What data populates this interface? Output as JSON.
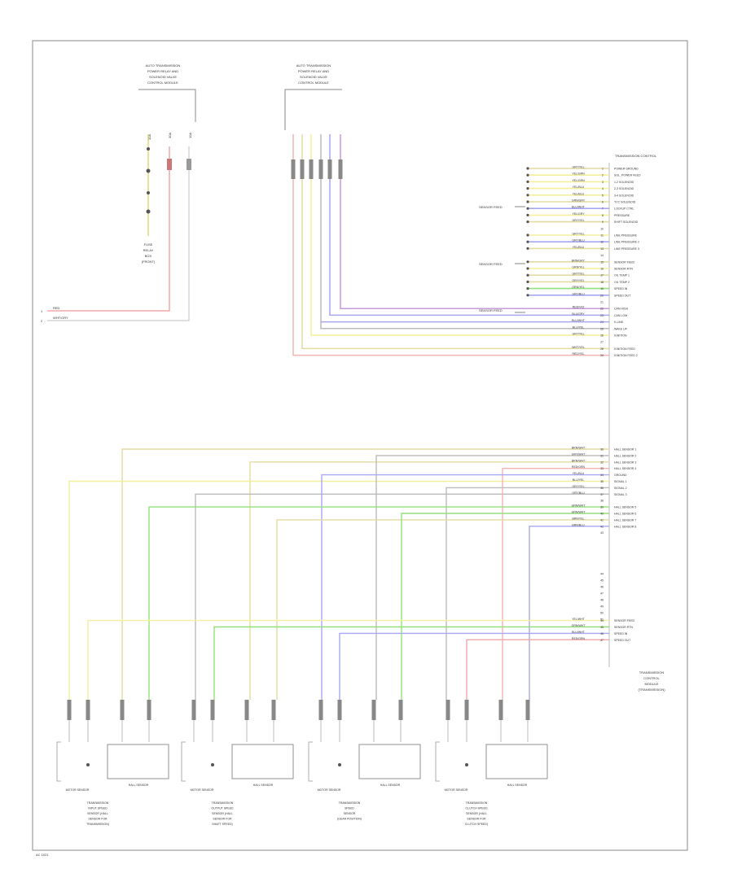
{
  "top_blocks": [
    {
      "lines": [
        "AUTO TRANSMISSION",
        "POWER RELAY AND",
        "SOLENOID VALVE",
        "CONTROL MODULE"
      ]
    },
    {
      "lines": [
        "AUTO TRANSMISSION",
        "POWER RELAY AND",
        "SOLENOID VALVE",
        "CONTROL MODULE"
      ]
    }
  ],
  "left_wires": [
    "RED",
    "WHT/GRY"
  ],
  "left_pins": [
    "1",
    "2"
  ],
  "fuse_block": {
    "lines": [
      "FUSE",
      "RELAY",
      "BOX",
      "(FRONT)"
    ],
    "pins": [
      "10A",
      "30A",
      "10A"
    ]
  },
  "tcm": {
    "header": "TRANSMISSION CONTROL",
    "lines": [
      "TRANSMISSION",
      "CONTROL",
      "MODULE",
      "(TRANSMISSION)"
    ]
  },
  "tcm_pins": [
    {
      "wire": "GRY/YEL",
      "label": "POWER GROUND"
    },
    {
      "wire": "YEL/GRN",
      "label": "SOL. POWER FEED"
    },
    {
      "wire": "YEL/GRN",
      "label": "1-2 SOLENOID"
    },
    {
      "wire": "YEL/BLU",
      "label": "2-3 SOLENOID"
    },
    {
      "wire": "YEL/BLU",
      "label": "3-4 SOLENOID"
    },
    {
      "wire": "GRN/GRY",
      "label": "TCC SOLENOID"
    },
    {
      "wire": "BLU/WHT",
      "label": "LOCKUP CTRL"
    },
    {
      "wire": "YEL/GRY",
      "label": "PRESSURE"
    },
    {
      "wire": "GRY/YEL",
      "label": "SHIFT SOLENOID"
    },
    {
      "wire": "",
      "label": ""
    },
    {
      "wire": "GRY/YEL",
      "label": "LINE PRESSURE"
    },
    {
      "wire": "GRY/BLU",
      "label": "LINE PRESSURE 2"
    },
    {
      "wire": "YEL/BLU",
      "label": "LINE PRESSURE 3"
    },
    {
      "wire": "",
      "label": ""
    },
    {
      "wire": "BRN/GRY",
      "label": "SENSOR FEED"
    },
    {
      "wire": "GRN/YEL",
      "label": "SENSOR RTN"
    },
    {
      "wire": "GRY/YEL",
      "label": "OIL TEMP 1"
    },
    {
      "wire": "GRY/YEL",
      "label": "OIL TEMP 2"
    },
    {
      "wire": "GRN/YEL",
      "label": "SPEED IN"
    },
    {
      "wire": "GRY/BLU",
      "label": "SPEED OUT"
    },
    {
      "wire": "",
      "label": ""
    },
    {
      "wire": "RED/VIO",
      "label": "CAN HIGH"
    },
    {
      "wire": "BLU/GRY",
      "label": "CAN LOW"
    },
    {
      "wire": "BLU/WHT",
      "label": "K-LINE"
    },
    {
      "wire": "BLU/YEL",
      "label": "WAKE UP"
    },
    {
      "wire": "GRY/YEL",
      "label": "IGNITION"
    },
    {
      "wire": "",
      "label": ""
    },
    {
      "wire": "WHT/YEL",
      "label": "IGNITION FEED"
    },
    {
      "wire": "RED/YEL",
      "label": "IGNITION FEED 2"
    }
  ],
  "tcm_pins_low": [
    {
      "wire": "BRN/WHT",
      "label": "HALL SENSOR 1"
    },
    {
      "wire": "GRY/WHT",
      "label": "HALL SENSOR 2"
    },
    {
      "wire": "BRN/WHT",
      "label": "HALL SENSOR 3"
    },
    {
      "wire": "RED/GRN",
      "label": "HALL SENSOR 4"
    },
    {
      "wire": "YEL/BLU",
      "label": "GROUND"
    },
    {
      "wire": "BLU/YEL",
      "label": "SIGNAL 1"
    },
    {
      "wire": "GRY/YEL",
      "label": "SIGNAL 2"
    },
    {
      "wire": "GRY/BLU",
      "label": "SIGNAL 3"
    },
    {
      "wire": "",
      "label": ""
    },
    {
      "wire": "GRN/WHT",
      "label": "HALL SENSOR 5"
    },
    {
      "wire": "GRN/WHT",
      "label": "HALL SENSOR 6"
    },
    {
      "wire": "BRN/YEL",
      "label": "HALL SENSOR 7"
    },
    {
      "wire": "BRN/BLU",
      "label": "HALL SENSOR 8"
    },
    {
      "wire": "",
      "label": ""
    },
    {
      "wire": "YEL/WHT",
      "label": "SENSOR FEED"
    },
    {
      "wire": "GRN/WHT",
      "label": "SENSOR RTN"
    },
    {
      "wire": "BLU/WHT",
      "label": "SPEED IN"
    },
    {
      "wire": "RED/GRN",
      "label": "SPEED OUT"
    }
  ],
  "group_labels": [
    "SENSOR FEED",
    "SENSOR FEED",
    "SENSOR FEED"
  ],
  "sensors": [
    {
      "left": "MOTOR SENSOR",
      "right": "HALL SENSOR",
      "caption": [
        "TRANSMISSION",
        "INPUT SPEED",
        "SENSOR (HALL",
        "SENSOR FOR",
        "TRANSMISSION)"
      ]
    },
    {
      "left": "MOTOR SENSOR",
      "right": "HALL SENSOR",
      "caption": [
        "TRANSMISSION",
        "OUTPUT SPEED",
        "SENSOR (HALL",
        "SENSOR FOR",
        "SHAFT SPEED)"
      ]
    },
    {
      "left": "MOTOR SENSOR",
      "right": "HALL SENSOR",
      "caption": [
        "TRANSMISSION",
        "SPEED",
        "SENSOR",
        "(GEAR POSITION)"
      ]
    },
    {
      "left": "MOTOR SENSOR",
      "right": "HALL SENSOR",
      "caption": [
        "TRANSMISSION",
        "CLUTCH SPEED",
        "SENSOR (HALL",
        "SENSOR FOR",
        "CLUTCH SPEED)"
      ]
    }
  ],
  "footer": "AC 1021",
  "colors": {
    "red": "#f4a7a7",
    "yellow": "#f3ef9c",
    "blue": "#a7a7f3",
    "green": "#93e07a",
    "violet": "#c79ad8",
    "olive": "#e3dca0",
    "grey": "#bbbbbb",
    "pink": "#f3b3b3"
  }
}
